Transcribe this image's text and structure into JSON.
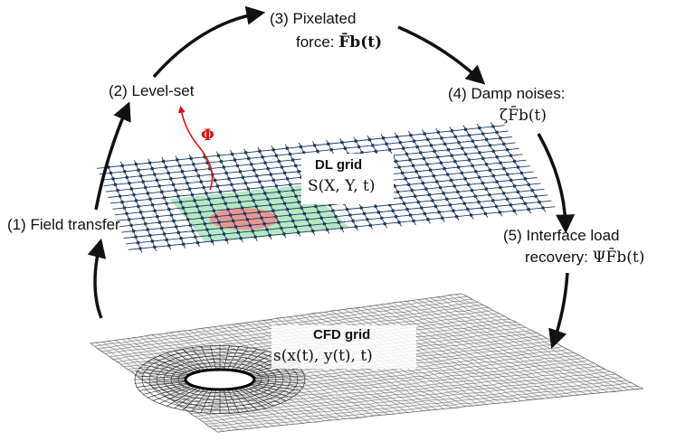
{
  "steps": {
    "s1": "(1) Field transfer",
    "s2": "(2) Level-set",
    "s3_line1": "(3) Pixelated",
    "s3_line2": "force: ",
    "s3_math": "F̄b(t)",
    "s4_line1": "(4) Damp noises:",
    "s4_math": "ζF̄b(t)",
    "s5_line1": "(5) Interface load",
    "s5_line2": "recovery: ",
    "s5_math": "ΨF̄b(t)"
  },
  "dl_grid": {
    "title": "DL grid",
    "formula": "S(X, Y, t)"
  },
  "cfd_grid": {
    "title": "CFD grid",
    "formula": "s(x(t), y(t), t)"
  },
  "phi_label": "Φ",
  "colors": {
    "grid_line": "#1f3a5f",
    "phi_red": "#e01010",
    "green_patch": "#9fe0b0",
    "red_patch": "#f08a8a",
    "arrow": "#111111"
  }
}
